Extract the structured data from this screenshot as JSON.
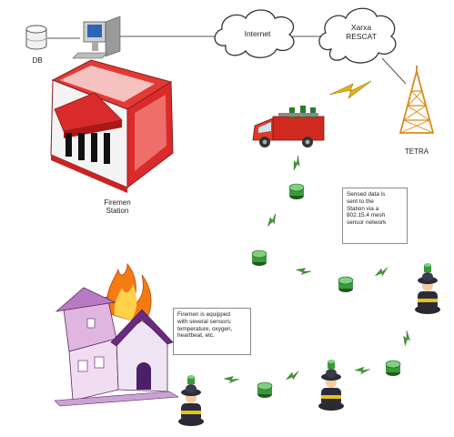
{
  "labels": {
    "db": "DB",
    "station": [
      "Firemen",
      "Station"
    ],
    "internet": "Internet",
    "rescat": [
      "Xarxa",
      "RESCAT"
    ],
    "tetra": "TETRA"
  },
  "notes": {
    "sensed": [
      "Sensed data is",
      "sent to the",
      "Station via a",
      "802.15.4 mesh",
      "sensor network"
    ],
    "fireman": [
      "Firemen is equipped",
      "with several sensors:",
      "temperature, oxygen,",
      "heartbeat, etc."
    ]
  },
  "colors": {
    "link_bolt": "#3f9a2e",
    "tetra_bolt": "#e0b21a",
    "station_red": "#d92b2b",
    "fire": "#f06a10",
    "node_green": "#3a9a3a",
    "tower": "#d98a1a"
  },
  "icons": [
    "database-icon",
    "computer-icon",
    "fire-truck-icon",
    "tetra-tower-icon",
    "sensor-node-icon",
    "firefighter-icon",
    "burning-house-icon"
  ]
}
